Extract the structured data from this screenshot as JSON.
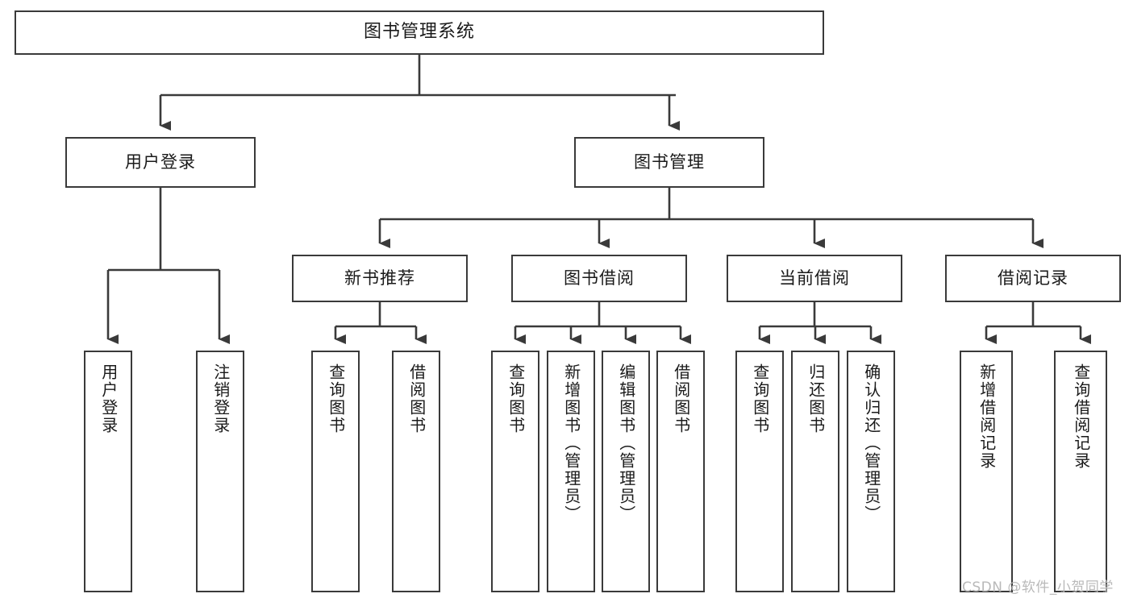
{
  "diagram": {
    "title": "图书管理系统",
    "type": "hierarchy-tree",
    "watermark": "CSDN @软件_小贺同学",
    "colors": {
      "box_border": "#3a3a3a",
      "box_fill": "#ffffff",
      "edge": "#3a3a3a",
      "text": "#1a1a1a",
      "watermark": "#b9b9b9"
    },
    "root": {
      "label": "图书管理系统"
    },
    "level2": [
      {
        "label": "用户登录"
      },
      {
        "label": "图书管理"
      }
    ],
    "level3": [
      {
        "label": "新书推荐"
      },
      {
        "label": "图书借阅"
      },
      {
        "label": "当前借阅"
      },
      {
        "label": "借阅记录"
      }
    ],
    "leaves": {
      "login": [
        {
          "label": "用户登录"
        },
        {
          "label": "注销登录"
        }
      ],
      "newbook": [
        {
          "label": "查询图书"
        },
        {
          "label": "借阅图书"
        }
      ],
      "borrow": [
        {
          "label": "查询图书"
        },
        {
          "label": "新增图书（管理员）"
        },
        {
          "label": "编辑图书（管理员）"
        },
        {
          "label": "借阅图书"
        }
      ],
      "current": [
        {
          "label": "查询图书"
        },
        {
          "label": "归还图书"
        },
        {
          "label": "确认归还（管理员）"
        }
      ],
      "record": [
        {
          "label": "新增借阅记录"
        },
        {
          "label": "查询借阅记录"
        }
      ]
    }
  }
}
